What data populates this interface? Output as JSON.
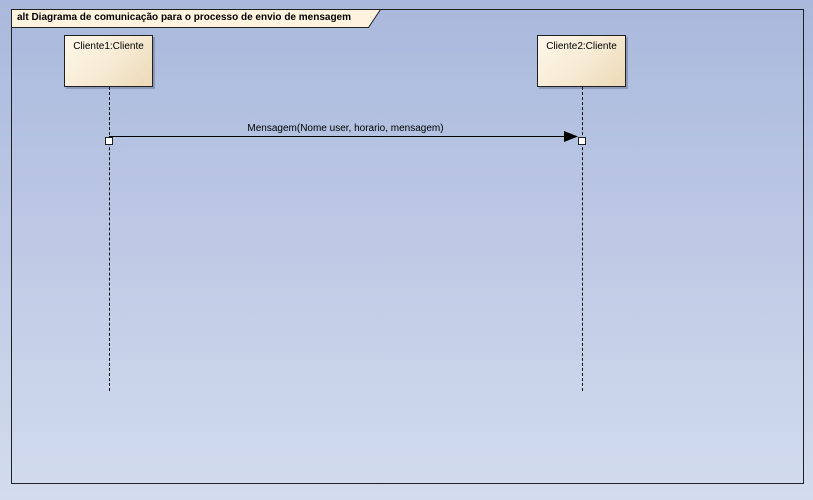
{
  "frame": {
    "label": "alt Diagrama de comunicação para o processo de envio de mensagem"
  },
  "lifelines": [
    {
      "label": "Cliente1:Cliente"
    },
    {
      "label": "Cliente2:Cliente"
    }
  ],
  "messages": [
    {
      "label": "Mensagem(Nome user, horario, mensagem)",
      "from": "Cliente1:Cliente",
      "to": "Cliente2:Cliente"
    }
  ]
}
